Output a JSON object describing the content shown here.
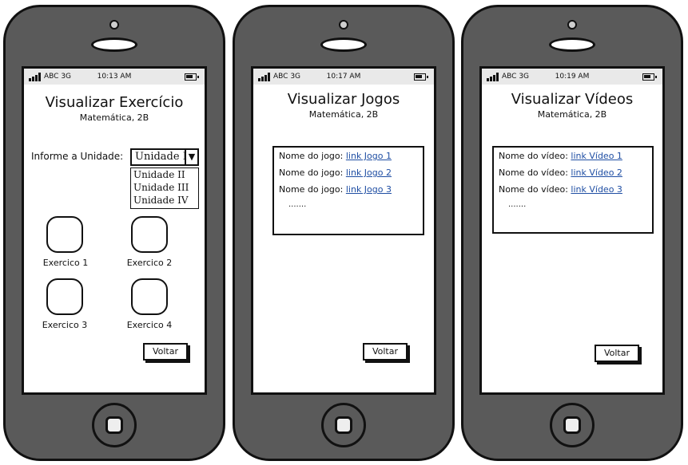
{
  "status": {
    "carrier": "ABC 3G",
    "times": [
      "10:13 AM",
      "10:17 AM",
      "10:19 AM"
    ]
  },
  "exercicio": {
    "title": "Visualizar Exercício",
    "subtitle": "Matemática, 2B",
    "unit_label": "Informe a Unidade:",
    "unit_selected": "Unidade I",
    "unit_options": [
      "Unidade II",
      "Unidade III",
      "Unidade IV"
    ],
    "exercises": [
      "Exercico 1",
      "Exercico 2",
      "Exercico 3",
      "Exercico 4"
    ],
    "back_label": "Voltar"
  },
  "jogos": {
    "title": "Visualizar Jogos",
    "subtitle": "Matemática, 2B",
    "items": [
      {
        "label": "Nome do jogo:",
        "link": "link Jogo 1"
      },
      {
        "label": "Nome do jogo:",
        "link": "link Jogo 2"
      },
      {
        "label": "Nome do jogo:",
        "link": "link Jogo 3"
      }
    ],
    "more": ".......",
    "back_label": "Voltar"
  },
  "videos": {
    "title": "Visualizar Vídeos",
    "subtitle": "Matemática, 2B",
    "items": [
      {
        "label": "Nome do vídeo:",
        "link": "link Vídeo 1"
      },
      {
        "label": "Nome do vídeo:",
        "link": "link Vídeo 2"
      },
      {
        "label": "Nome do vídeo:",
        "link": "link Vídeo 3"
      }
    ],
    "more": ".......",
    "back_label": "Voltar"
  },
  "colors": {
    "phone_body": "#5a5a5a",
    "link": "#1f4ea3",
    "statusbar": "#e9e9e9"
  }
}
